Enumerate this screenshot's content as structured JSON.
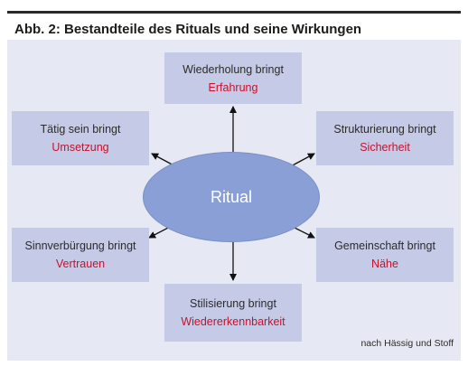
{
  "title": "Abb. 2: Bestandteile des Rituals und seine Wirkungen",
  "center": "Ritual",
  "boxes": {
    "top": {
      "text": "Wiederholung bringt",
      "value": "Erfahrung"
    },
    "top_left": {
      "text": "Tätig sein bringt",
      "value": "Umsetzung"
    },
    "top_right": {
      "text": "Strukturierung bringt",
      "value": "Sicherheit"
    },
    "bottom_left": {
      "text": "Sinnverbürgung bringt",
      "value": "Vertrauen"
    },
    "bottom_right": {
      "text": "Gemeinschaft bringt",
      "value": "Nähe"
    },
    "bottom": {
      "text": "Stilisierung bringt",
      "value": "Wiedererkennbarkeit"
    }
  },
  "source": "nach Hässig und Stoff",
  "colors": {
    "panel": "#e6e9f3",
    "box": "#c5cbe6",
    "ellipse": "#8a9fd6",
    "value_text": "#c8102e"
  }
}
